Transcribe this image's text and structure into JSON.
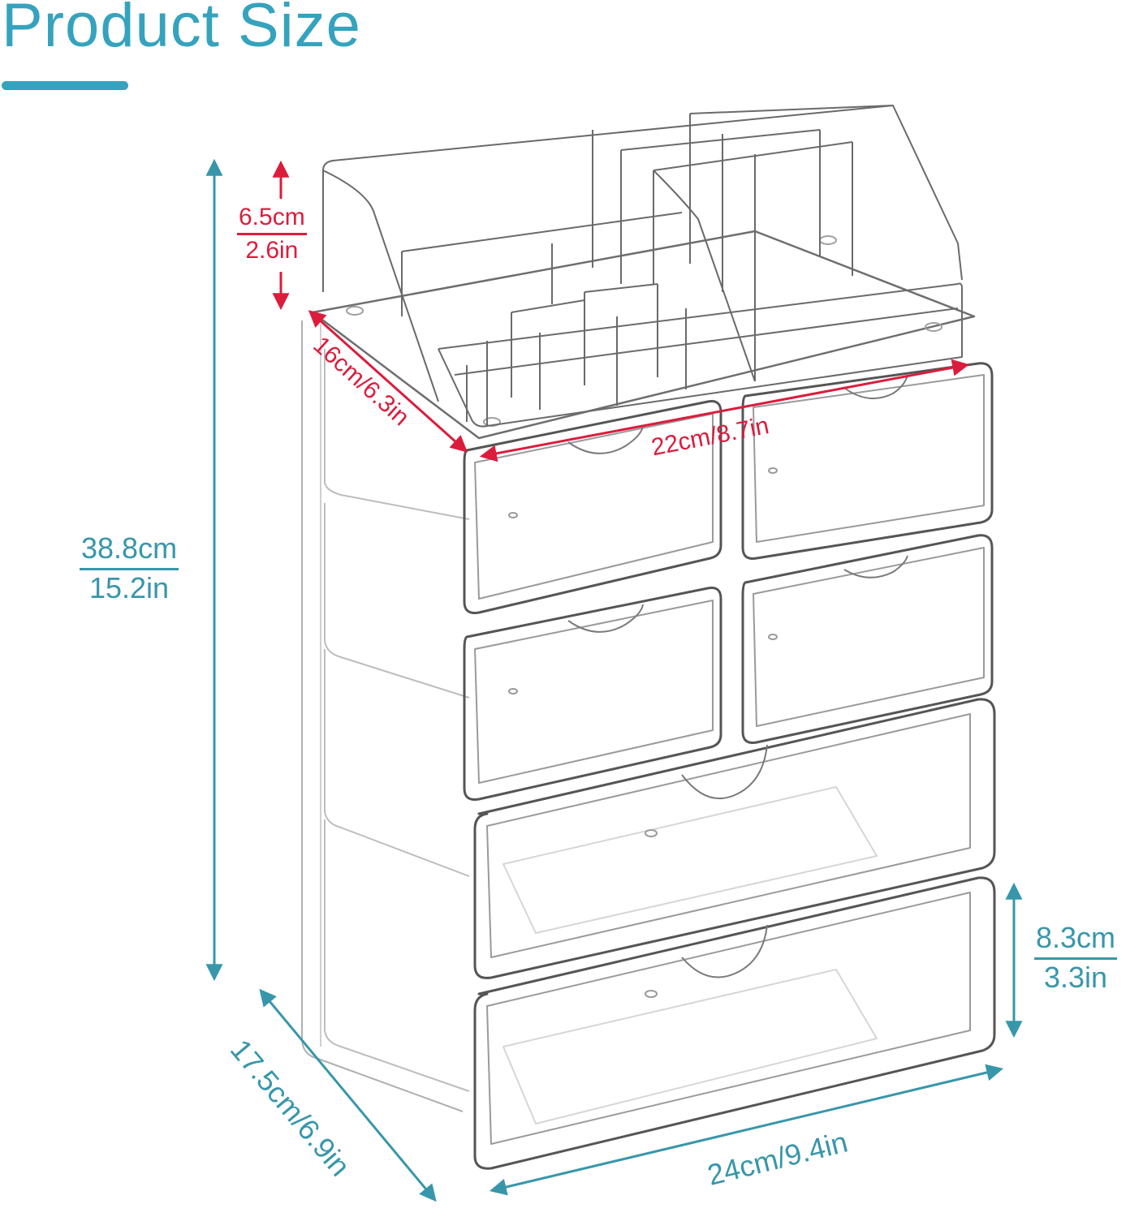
{
  "header": {
    "title": "Product Size"
  },
  "colors": {
    "accent": "#35a3bd",
    "dimension_teal": "#3896ab",
    "dimension_red": "#dc1c3c",
    "outline": "#6e6e70"
  },
  "dimensions": {
    "total_height": {
      "metric": "38.8cm",
      "imperial": "15.2in"
    },
    "top_tray_height": {
      "metric": "6.5cm",
      "imperial": "2.6in"
    },
    "drawer_height": {
      "metric": "8.3cm",
      "imperial": "3.3in"
    },
    "top_tray_depth": {
      "label": "16cm/6.3in"
    },
    "top_tray_width": {
      "label": "22cm/8.7in"
    },
    "base_depth": {
      "label": "17.5cm/6.9in"
    },
    "base_width": {
      "label": "24cm/9.4in"
    }
  },
  "product": {
    "name": "Clear acrylic makeup organizer with drawers",
    "top_tray_compartments": 12,
    "drawer_rows": [
      {
        "row": 1,
        "drawers": 2
      },
      {
        "row": 2,
        "drawers": 2
      },
      {
        "row": 3,
        "drawers": 1
      },
      {
        "row": 4,
        "drawers": 1
      }
    ]
  }
}
